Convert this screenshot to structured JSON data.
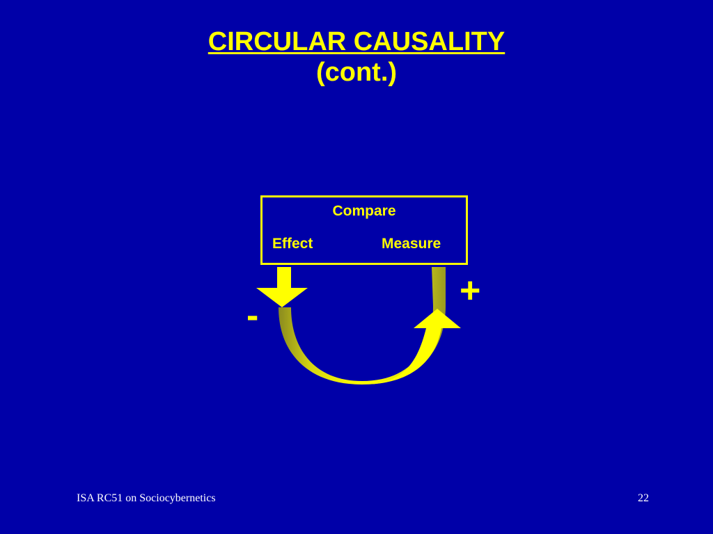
{
  "slide": {
    "title": "CIRCULAR CAUSALITY",
    "subtitle": "(cont.)"
  },
  "diagram": {
    "box": {
      "compare": "Compare",
      "effect": "Effect",
      "measure": "Measure"
    },
    "plus_sign": "+",
    "minus_sign": "-",
    "colors": {
      "background": "#0000a8",
      "accent": "#ffff00"
    }
  },
  "footer": {
    "left": "ISA RC51 on Sociocybernetics",
    "page_number": "22"
  }
}
